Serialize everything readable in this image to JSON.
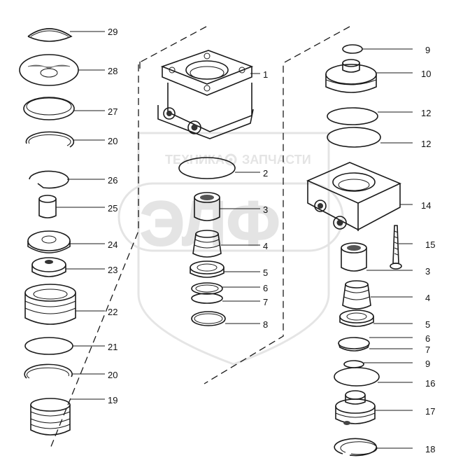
{
  "watermark": {
    "top_text_left": "ТЕХНИКА",
    "top_text_right": "ЗАПЧАСТИ",
    "letters": "ЭЛФ",
    "symbol": "gear-icon"
  },
  "labels": {
    "l29": "29",
    "l28": "28",
    "l27": "27",
    "l20a": "20",
    "l26": "26",
    "l25": "25",
    "l24": "24",
    "l23": "23",
    "l22": "22",
    "l21": "21",
    "l20b": "20",
    "l19": "19",
    "c1": "1",
    "c2": "2",
    "c3": "3",
    "c4": "4",
    "c5": "5",
    "c6": "6",
    "c7": "7",
    "c8": "8",
    "r9a": "9",
    "r10": "10",
    "r12a": "12",
    "r12b": "12",
    "r14": "14",
    "r15": "15",
    "r3": "3",
    "r4": "4",
    "r5": "5",
    "r6": "6",
    "r7": "7",
    "r9b": "9",
    "r16": "16",
    "r17": "17",
    "r18": "18"
  }
}
